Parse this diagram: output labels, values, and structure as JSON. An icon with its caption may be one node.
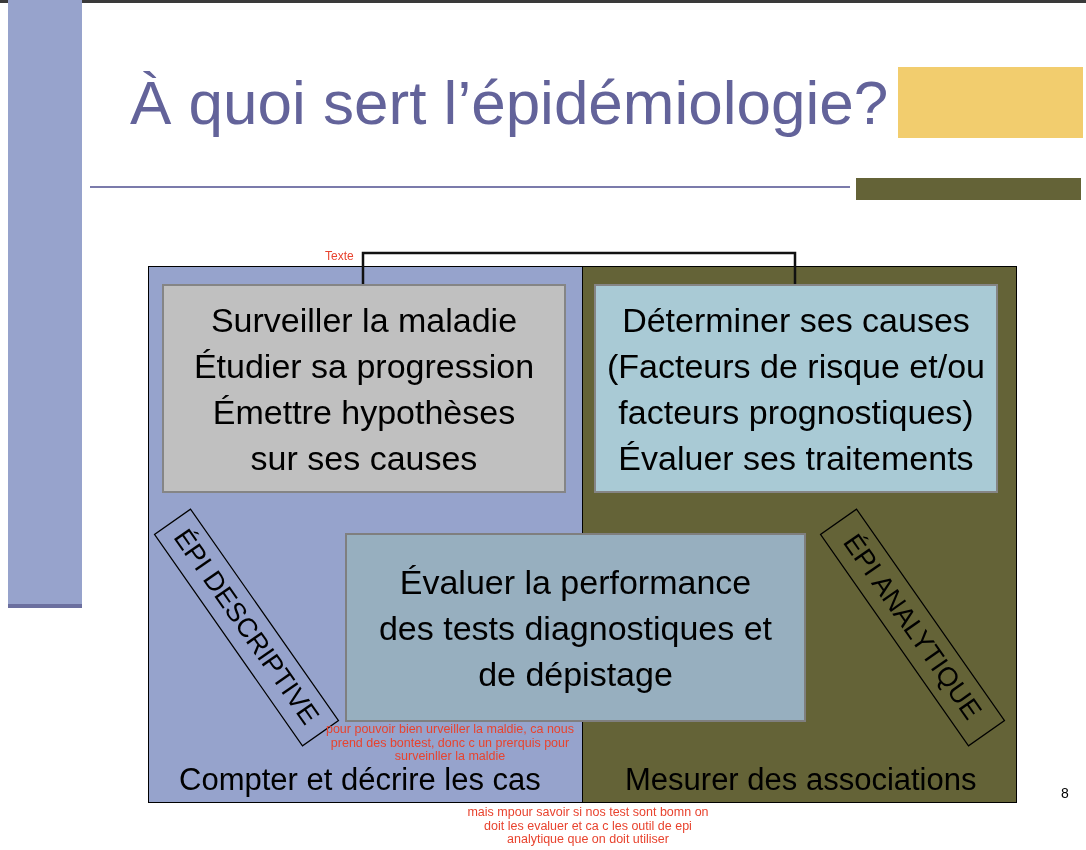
{
  "diagram": {
    "title": "À quoi sert l’épidémiologie?",
    "nodes": [
      {
        "text": [
          "Compter et décrire les cas"
        ]
      },
      {
        "text": [
          "Surveiller la maladie",
          "Étudier sa progression",
          "Émettre hypothèses sur ses causes"
        ],
        "in": 0
      },
      {
        "text": [
          "Mesurer des associations"
        ]
      },
      {
        "text": [
          "Déterminer ses causes",
          "(Facteurs de risque et/ou facteurs prognostiques)",
          "Évaluer ses traitements"
        ],
        "in": 2
      },
      {
        "text": [
          "Évaluer la performance des tests diagnostiques et de dépistage"
        ]
      },
      {
        "text": [
          "ÉPI DESCRIPTIVE"
        ],
        "in": 0
      },
      {
        "text": [
          "ÉPI ANALYTIQUE"
        ],
        "in": 2
      }
    ],
    "edges": [
      {
        "from": 1,
        "to": 3,
        "arrow": "none"
      }
    ],
    "labels": [
      "Texte",
      "pour pouvoir bien urveiller la maldie, ca nous prend des bontest, donc c un prerquis pour surveinller la maldie",
      "mais mpour savoir si nos test sont bomn on doit les evaluer et ca c les outil de epi analytique que on doit utiliser",
      "8"
    ]
  }
}
